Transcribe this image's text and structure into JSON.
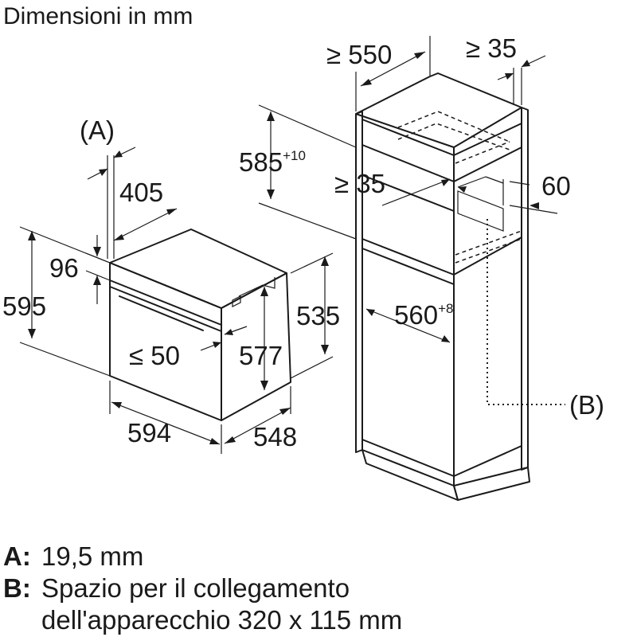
{
  "title": "Dimensioni in mm",
  "device_dimensions": {
    "a_label": "(A)",
    "depth_top": "405",
    "panel_offset": "96",
    "height": "595",
    "inner_height": "577",
    "door_gap": "≤ 50",
    "width": "594",
    "depth": "548",
    "rear_height": "535"
  },
  "cabinet_dimensions": {
    "depth_min": "≥ 550",
    "rear_clearance": "≥ 35",
    "niche_height": "585",
    "niche_height_tol": "+10",
    "side_clearance": "≥ 35",
    "vent_height": "60",
    "niche_width": "560",
    "niche_width_tol": "+8",
    "b_label": "(B)"
  },
  "legend": {
    "a_key": "A:",
    "a_text": "19,5 mm",
    "b_key": "B:",
    "b_text_line1": "Spazio per il collegamento",
    "b_text_line2": "dell'apparecchio 320 x 115 mm"
  }
}
